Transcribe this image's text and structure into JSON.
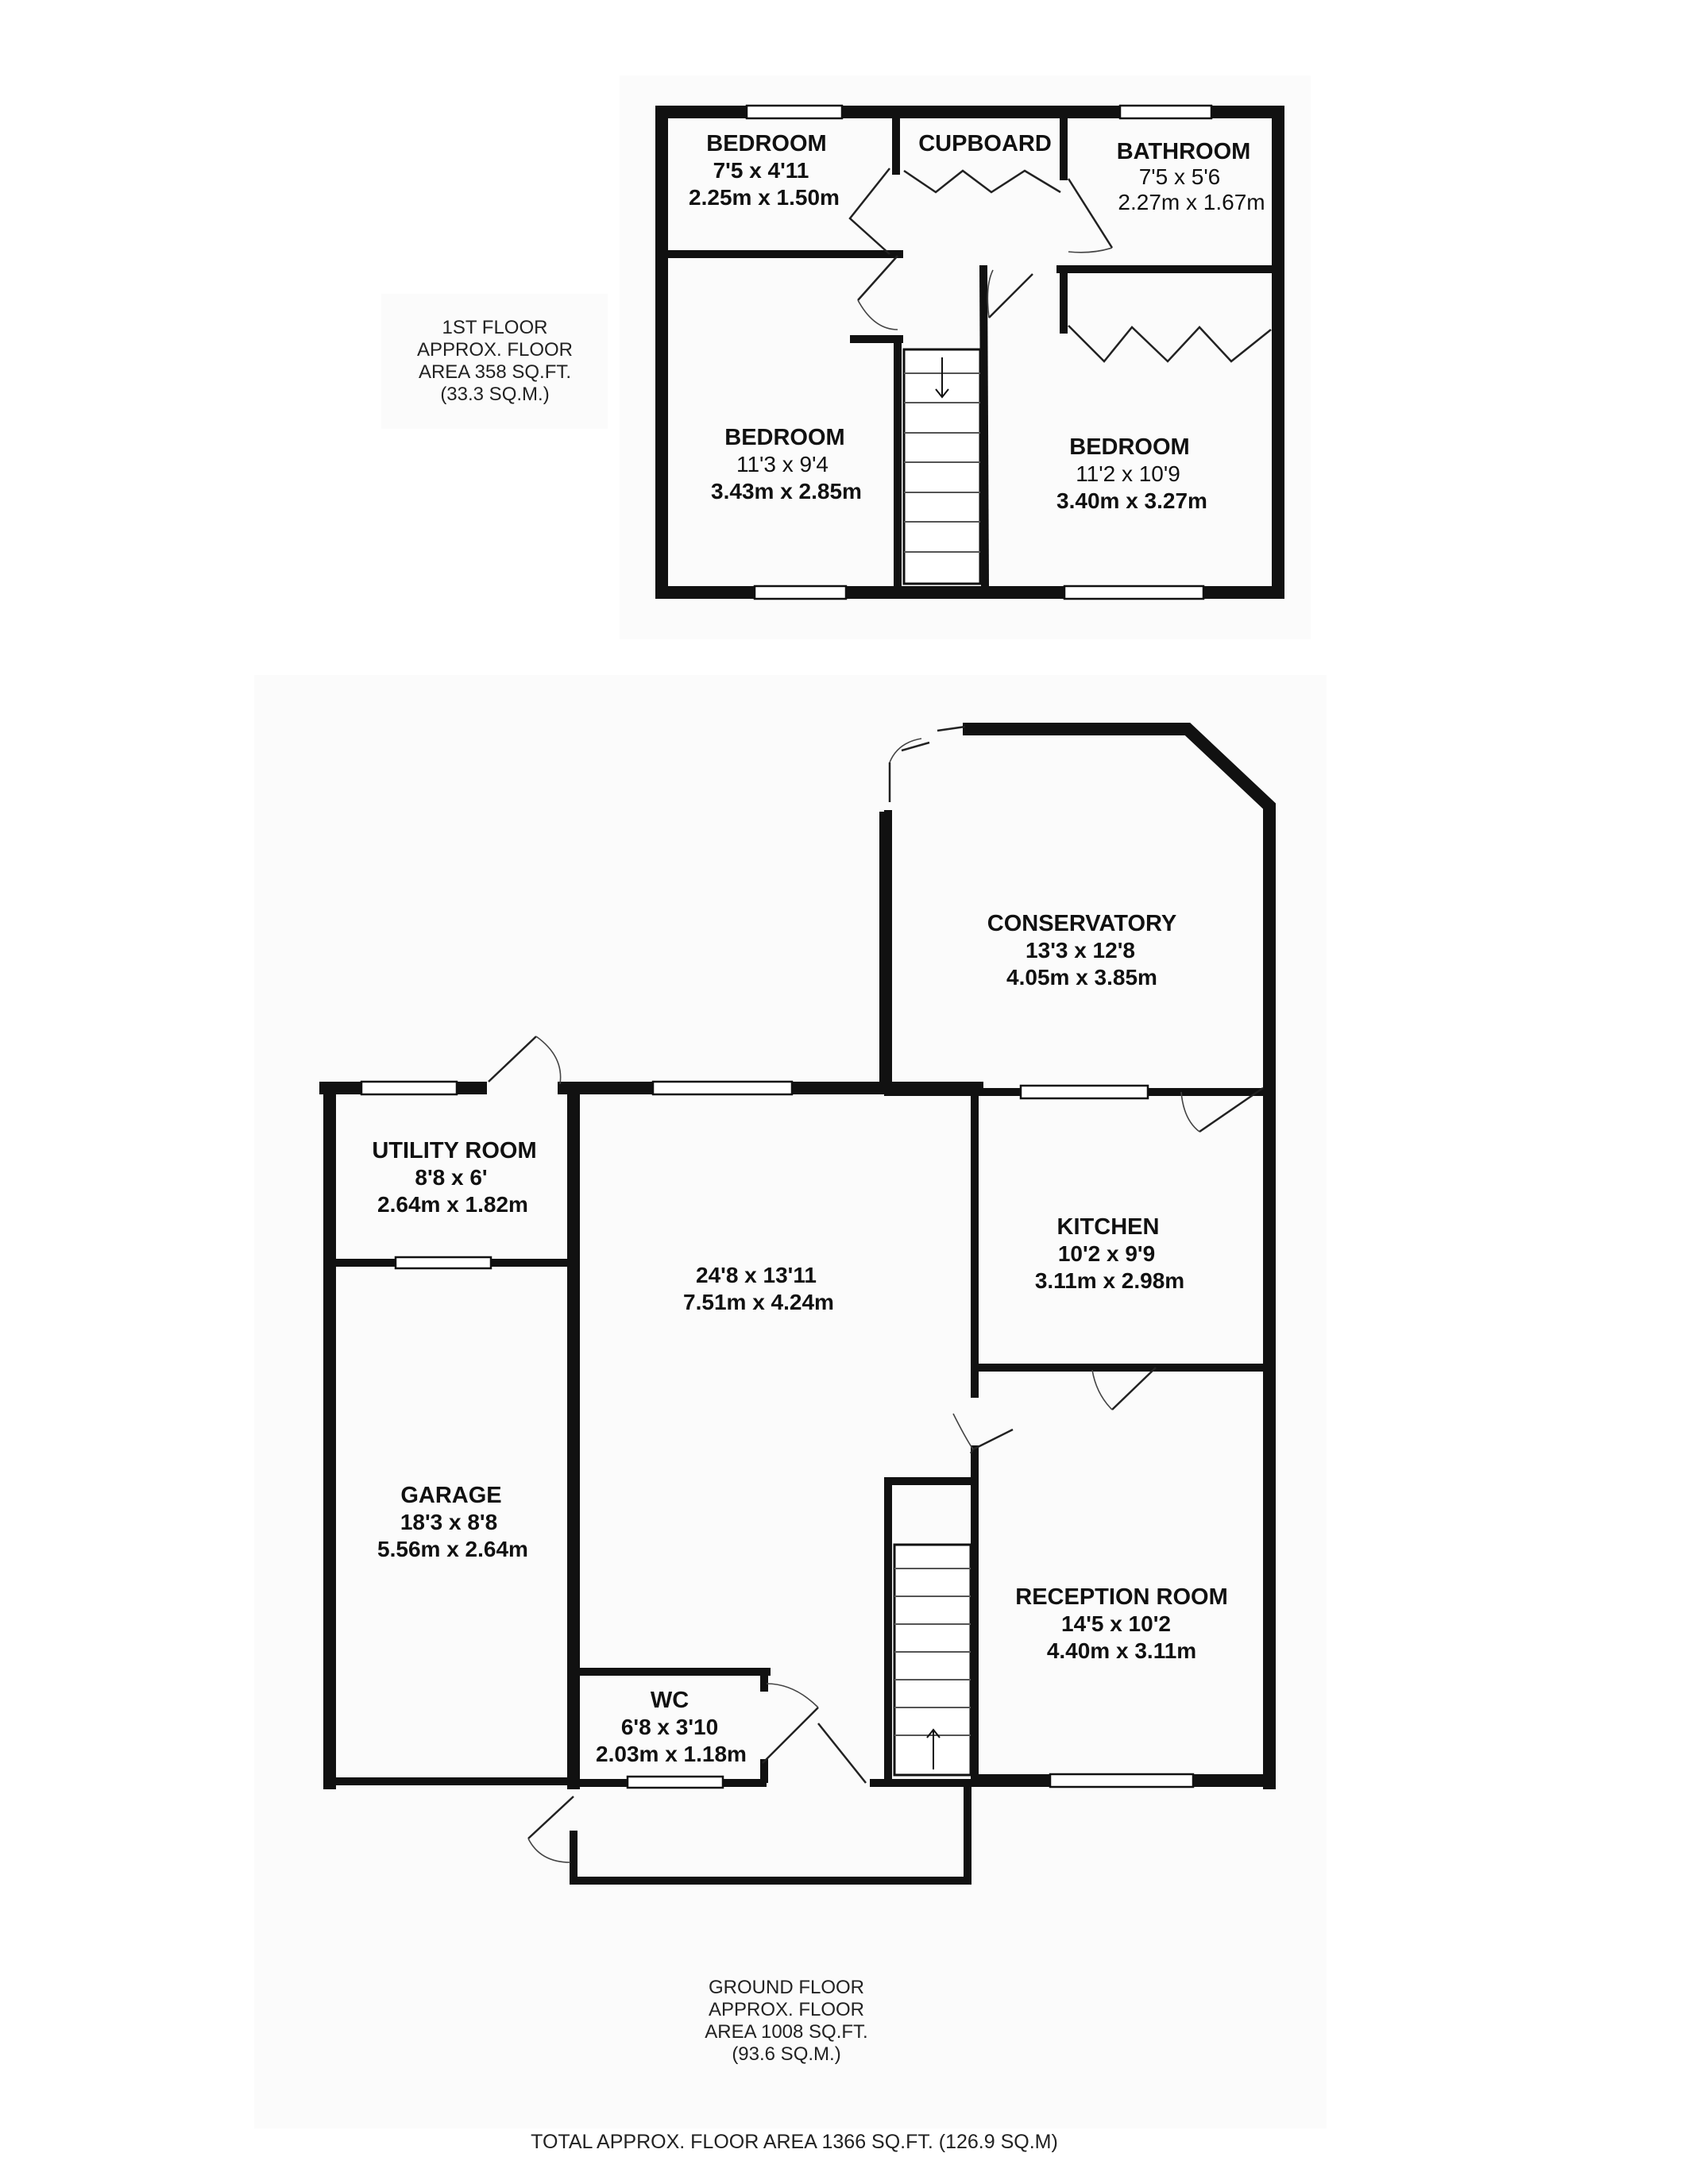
{
  "first_floor": {
    "rooms": {
      "bedroom_small": {
        "name": "BEDROOM",
        "imperial": "7'5 x 4'11",
        "metric": "2.25m x 1.50m"
      },
      "cupboard": {
        "name": "CUPBOARD"
      },
      "bathroom": {
        "name": "BATHROOM",
        "imperial": "7'5 x 5'6",
        "metric": "2.27m x 1.67m"
      },
      "bedroom_left": {
        "name": "BEDROOM",
        "imperial": "11'3 x 9'4",
        "metric": "3.43m x 2.85m"
      },
      "bedroom_right": {
        "name": "BEDROOM",
        "imperial": "11'2 x 10'9",
        "metric": "3.40m x 3.27m"
      }
    },
    "area_note": [
      "1ST FLOOR",
      "APPROX. FLOOR",
      "AREA 358 SQ.FT.",
      "(33.3 SQ.M.)"
    ]
  },
  "ground_floor": {
    "rooms": {
      "conservatory": {
        "name": "CONSERVATORY",
        "imperial": "13'3 x 12'8",
        "metric": "4.05m x 3.85m"
      },
      "utility": {
        "name": "UTILITY ROOM",
        "imperial": "8'8 x 6'",
        "metric": "2.64m x 1.82m"
      },
      "living": {
        "imperial": "24'8 x 13'11",
        "metric": "7.51m x 4.24m"
      },
      "kitchen": {
        "name": "KITCHEN",
        "imperial": "10'2 x 9'9",
        "metric": "3.11m x 2.98m"
      },
      "garage": {
        "name": "GARAGE",
        "imperial": "18'3 x 8'8",
        "metric": "5.56m x 2.64m"
      },
      "reception": {
        "name": "RECEPTION ROOM",
        "imperial": "14'5 x 10'2",
        "metric": "4.40m x 3.11m"
      },
      "wc": {
        "name": "WC",
        "imperial": "6'8 x 3'10",
        "metric": "2.03m x 1.18m"
      }
    },
    "area_note": [
      "GROUND FLOOR",
      "APPROX. FLOOR",
      "AREA 1008 SQ.FT.",
      "(93.6 SQ.M.)"
    ]
  },
  "total_note": "TOTAL APPROX. FLOOR AREA 1366 SQ.FT. (126.9 SQ.M)"
}
